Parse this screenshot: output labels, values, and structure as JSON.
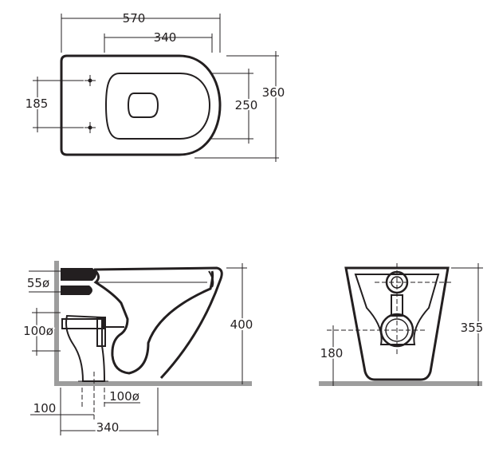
{
  "diagram": {
    "top_view": {
      "overall_length": "570",
      "fixing_spacing": "340",
      "fixing_height": "185",
      "bowl_width": "250",
      "overall_width": "360"
    },
    "side_view": {
      "inlet_diameter": "55ø",
      "outlet_diameter": "100ø",
      "height": "400",
      "floor_outlet_diameter": "100ø",
      "outlet_offset": "100",
      "fixing_depth": "340"
    },
    "front_view": {
      "height": "355",
      "outlet_height": "180"
    },
    "colors": {
      "ink": "#231f20",
      "floor": "#9d9d9d",
      "background": "#ffffff"
    }
  }
}
